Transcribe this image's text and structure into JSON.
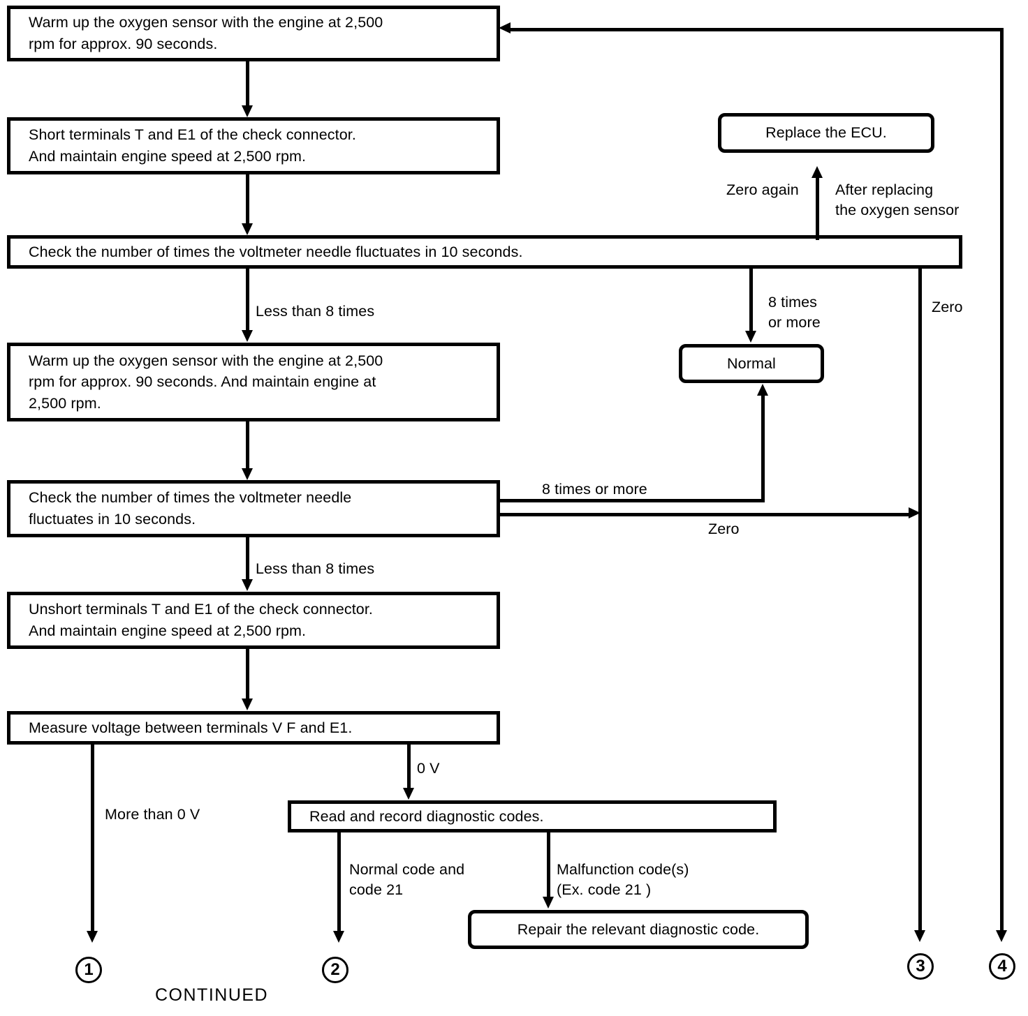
{
  "diagram": {
    "title": "Oxygen sensor / ECU voltmeter diagnostic flowchart",
    "footer_label": "CONTINUED",
    "boxes": {
      "warmup_1": "Warm up the oxygen sensor with the engine at 2,500\nrpm for approx. 90 seconds.",
      "short_terminals": "Short terminals T and E1 of the check connector.\nAnd maintain engine speed at 2,500 rpm.",
      "check_wide": "Check the number of times the voltmeter needle fluctuates in 10 seconds.",
      "replace_ecu": "Replace the ECU.",
      "warmup_2": "Warm up the oxygen sensor with the engine at 2,500\nrpm for approx. 90 seconds.  And maintain engine at\n2,500 rpm.",
      "normal": "Normal",
      "check_2": "Check the number of times the voltmeter needle\nfluctuates in 10 seconds.",
      "unshort_terminals": "Unshort terminals T and E1 of the check connector.\nAnd maintain engine speed at 2,500 rpm.",
      "measure_voltage": "Measure voltage between terminals  V F and E1.",
      "read_codes": "Read and record diagnostic codes.",
      "repair_code": "Repair the relevant diagnostic code."
    },
    "edge_labels": {
      "zero_again": "Zero again",
      "after_replacing": "After replacing\nthe oxygen sensor",
      "eight_or_more_stacked": "8 times\nor more",
      "zero_right_1": "Zero",
      "less_than_8_first": "Less than 8 times",
      "eight_or_more_inline": "8 times or more",
      "zero_right_2": "Zero",
      "less_than_8_second": "Less than 8 times",
      "more_than_0v": "More than 0 V",
      "zero_v": "0 V",
      "normal_code": "Normal code and\ncode 21",
      "malfunction_code": "Malfunction code(s)\n(Ex. code 21 )"
    },
    "connectors": {
      "one": "1",
      "two": "2",
      "three": "3",
      "four": "4"
    },
    "colors": {
      "ink": "#000000",
      "paper": "#ffffff"
    }
  }
}
